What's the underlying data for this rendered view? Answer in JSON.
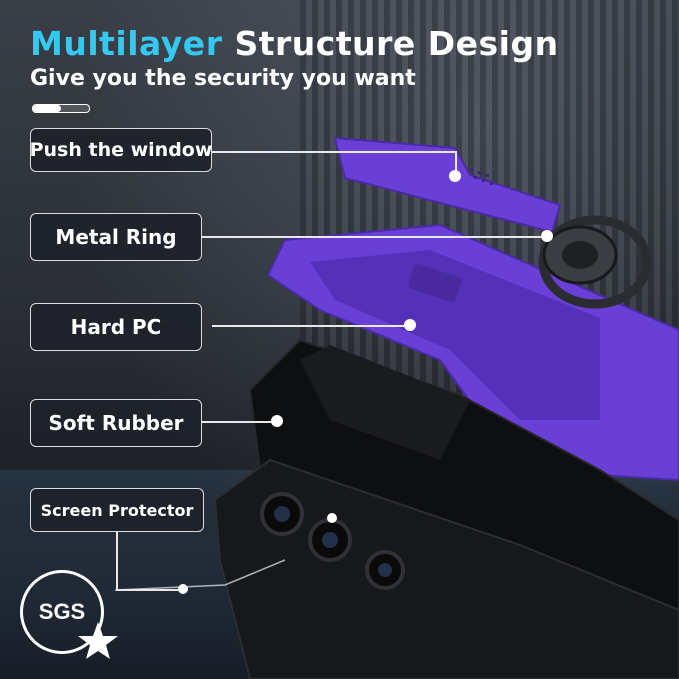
{
  "header": {
    "title_accent": "Multilayer",
    "title_rest": "Structure Design",
    "subtitle": "Give you the security you want"
  },
  "progress": {
    "fraction": 0.5
  },
  "layers": [
    {
      "label": "Push the window"
    },
    {
      "label": "Metal Ring"
    },
    {
      "label": "Hard PC"
    },
    {
      "label": "Soft Rubber"
    },
    {
      "label": "Screen Protector"
    }
  ],
  "badge": {
    "text": "SGS"
  },
  "colors": {
    "accent": "#35c8f0",
    "purple": "#6a3fd6",
    "case_black": "#111214"
  }
}
